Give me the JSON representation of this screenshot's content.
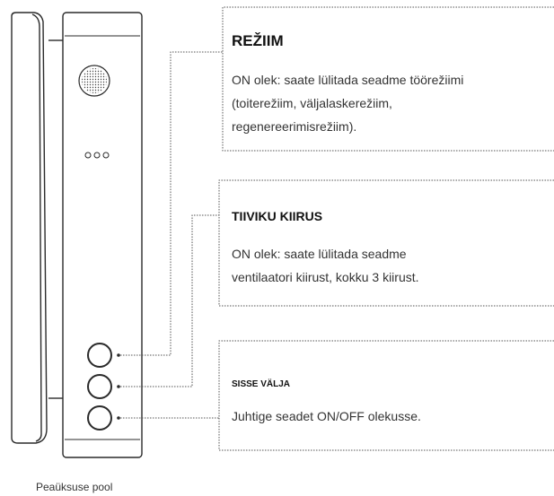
{
  "callouts": {
    "mode": {
      "title": "REŽIIM",
      "lines": [
        "ON olek: saate lülitada seadme töörežiimi",
        "(toiterežiim, väljalaskerežiim,",
        "regenereerimisrežiim)."
      ]
    },
    "fan_speed": {
      "title": "TIIVIKU KIIRUS",
      "lines": [
        "ON olek: saate lülitada seadme",
        "ventilaatori kiirust, kokku 3 kiirust."
      ]
    },
    "power": {
      "title": "SISSE VÄLJA",
      "lines": [
        "Juhtige seadet ON/OFF olekusse."
      ]
    }
  },
  "caption": "Peaüksuse pool",
  "colors": {
    "line": "#2a2a2a",
    "leader": "#555555",
    "text": "#333333"
  }
}
